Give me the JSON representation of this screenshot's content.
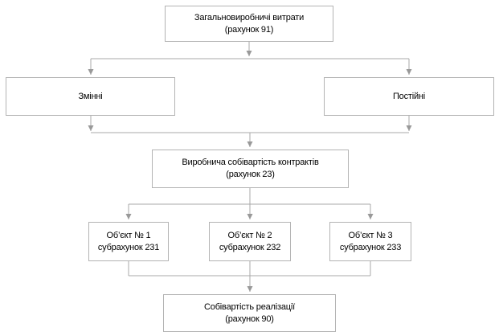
{
  "diagram": {
    "type": "flowchart",
    "language": "uk",
    "nodes": [
      {
        "id": "overhead-costs",
        "line1": "Загальновиробничі витрати",
        "line2": "(рахунок 91)"
      },
      {
        "id": "variable-costs",
        "line1": "Змінні"
      },
      {
        "id": "fixed-costs",
        "line1": "Постійні"
      },
      {
        "id": "production-cost",
        "line1": "Виробнича собівартість контрактів",
        "line2": "(рахунок 23)"
      },
      {
        "id": "object-1",
        "line1": "Об’єкт № 1",
        "line2": "субрахунок 231"
      },
      {
        "id": "object-2",
        "line1": "Об’єкт № 2",
        "line2": "субрахунок 232"
      },
      {
        "id": "object-3",
        "line1": "Об’єкт № 3",
        "line2": "субрахунок 233"
      },
      {
        "id": "cost-of-sales",
        "line1": "Собівартість реалізації",
        "line2": "(рахунок 90)"
      }
    ],
    "edges": [
      "overhead-costs -> variable-costs",
      "overhead-costs -> fixed-costs",
      "variable-costs -> production-cost",
      "fixed-costs -> production-cost",
      "production-cost -> object-1",
      "production-cost -> object-2",
      "production-cost -> object-3",
      "object-1 -> cost-of-sales",
      "object-2 -> cost-of-sales",
      "object-3 -> cost-of-sales"
    ],
    "colors": {
      "background": "#ffffff",
      "box_border": "#b3b3b3",
      "connector_line": "#a9a9a9",
      "arrowhead": "#999999",
      "text": "#000000"
    }
  }
}
